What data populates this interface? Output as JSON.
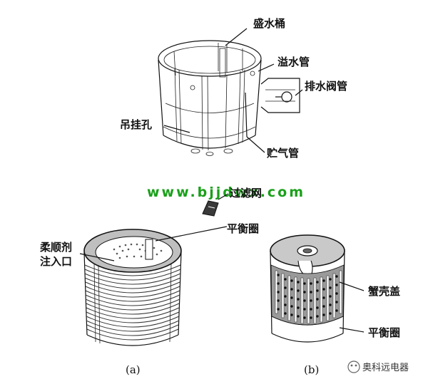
{
  "labels": {
    "outer_tub": "盛水桶",
    "overflow_pipe": "溢水管",
    "drain_valve_pipe": "排水阀管",
    "hanging_hole": "吊挂孔",
    "air_pipe": "贮气管",
    "filter": "过滤网",
    "balance_ring_a": "平衡圈",
    "softener_inlet_line1": "柔顺剂",
    "softener_inlet_line2": "注入口",
    "shell_cover": "蟹壳盖",
    "balance_ring_b": "平衡圈"
  },
  "captions": {
    "a": "(a)",
    "b": "(b)"
  },
  "watermark": "www.bjjdwx.com",
  "brand": "奥科远电器"
}
